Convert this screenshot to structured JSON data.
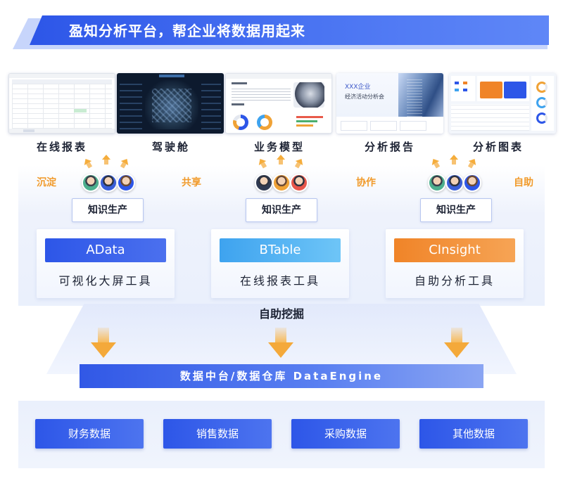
{
  "title": "盈知分析平台，帮企业将数据用起来",
  "colors": {
    "primary": "#2d56e8",
    "accent_orange": "#f08428",
    "accent_cyan": "#3ea3ef",
    "arrow": "#f5ad3c"
  },
  "outputs": [
    {
      "label": "在线报表",
      "thumb": "spreadsheet"
    },
    {
      "label": "驾驶舱",
      "thumb": "dark-3d-dashboard"
    },
    {
      "label": "业务模型",
      "thumb": "document-report"
    },
    {
      "label": "分析报告",
      "thumb": "presentation-cover"
    },
    {
      "label": "分析图表",
      "thumb": "chart-dashboard"
    }
  ],
  "collaboration_words": [
    "沉淀",
    "共享",
    "协作",
    "自助"
  ],
  "knowledge_label": "知识生产",
  "products": [
    {
      "name": "AData",
      "subtitle": "可视化大屏工具",
      "color": "#2d56e8"
    },
    {
      "name": "BTable",
      "subtitle": "在线报表工具",
      "color": "#3ea3ef"
    },
    {
      "name": "CInsight",
      "subtitle": "自助分析工具",
      "color": "#f08428"
    }
  ],
  "mining_label": "自助挖掘",
  "engine_label": "数据中台/数据仓库 DataEngine",
  "sources": [
    "财务数据",
    "销售数据",
    "采购数据",
    "其他数据"
  ],
  "thumb_text": {
    "ppt_company": "XXX企业",
    "ppt_subtitle": "经济活动分析会"
  }
}
